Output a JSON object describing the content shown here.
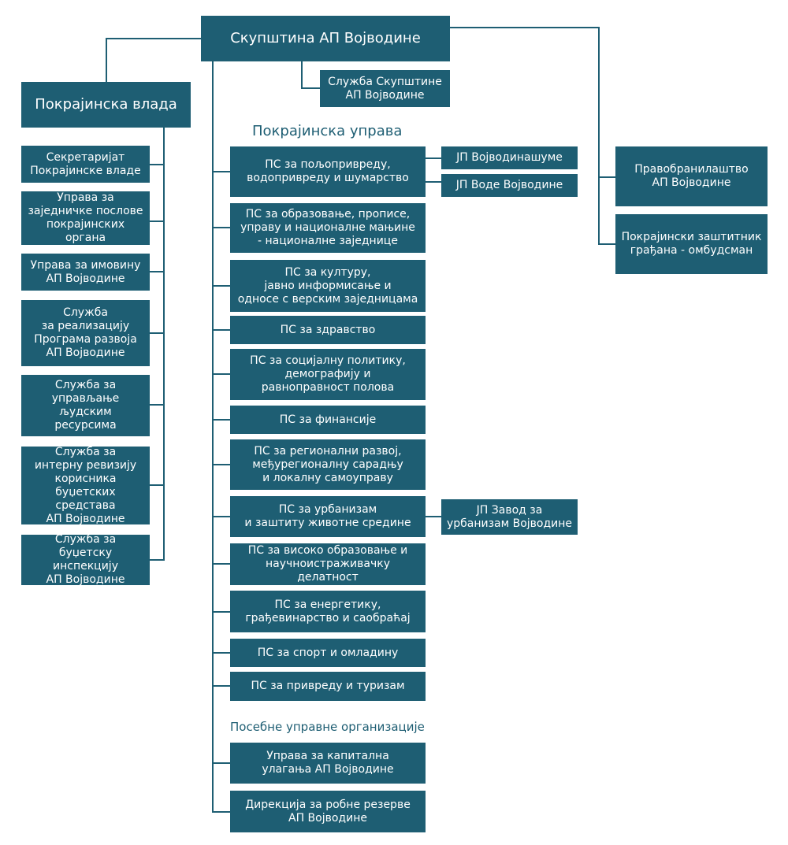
{
  "colors": {
    "box": "#1e5e73",
    "line": "#1e5e73",
    "text": "#ffffff",
    "heading": "#1e5e73"
  },
  "assembly": {
    "title": "Скупштина АП Војводине",
    "service": "Служба Скупштине\nАП Војводине"
  },
  "government": {
    "title": "Покрајинска влада",
    "units": [
      "Секретаријат\nПокрајинске владе",
      "Управа за\nзаједничке послове\nпокрајинских органа",
      "Управа за имовину\nАП Војводине",
      "Служба\nза реализацију\nПрограма развоја\nАП Војводине",
      "Служба за\nуправљање\nљудским\nресурсима",
      "Служба за\nинтерну ревизију\nкорисника\nбуџетских средстава\nАП Војводине",
      "Служба за\nбуџетску инспекцију\nАП Војводине"
    ]
  },
  "administration": {
    "heading": "Покрајинска управа",
    "secretariats": [
      "ПС за пољопривреду,\nводопривреду и шумарство",
      "ПС за образовање, прописе,\nуправу и националне мањине\n- националне заједнице",
      "ПС за културу,\nјавно информисање и\nодносе с верским заједницама",
      "ПС за здравство",
      "ПС за социјалну политику,\nдемографију и\nравноправност полова",
      "ПС за финансије",
      "ПС за регионални развој,\nмеђурегионалну сарадњу\nи локалну самоуправу",
      "ПС за урбанизам\nи заштиту животне средине",
      "ПС за високо образовање и\nнаучноистраживачку делатност",
      "ПС за енергетику,\nграђевинарство и саобраћај",
      "ПС за спорт и омладину",
      "ПС за привреду и туризам"
    ],
    "enterprises": {
      "forests": "ЈП Војводинашуме",
      "waters": "ЈП Воде Војводине",
      "urbanism": "ЈП Завод за\nурбанизам Војводине"
    },
    "special_heading": "Посебне управне организације",
    "special": [
      "Управа за капитална\nулагања АП Војводине",
      "Дирекција за робне резерве\nАП Војводине"
    ]
  },
  "independent": [
    "Правобранилаштво\nАП Војводине",
    "Покрајински заштитник\nграђана - омбудсман"
  ]
}
